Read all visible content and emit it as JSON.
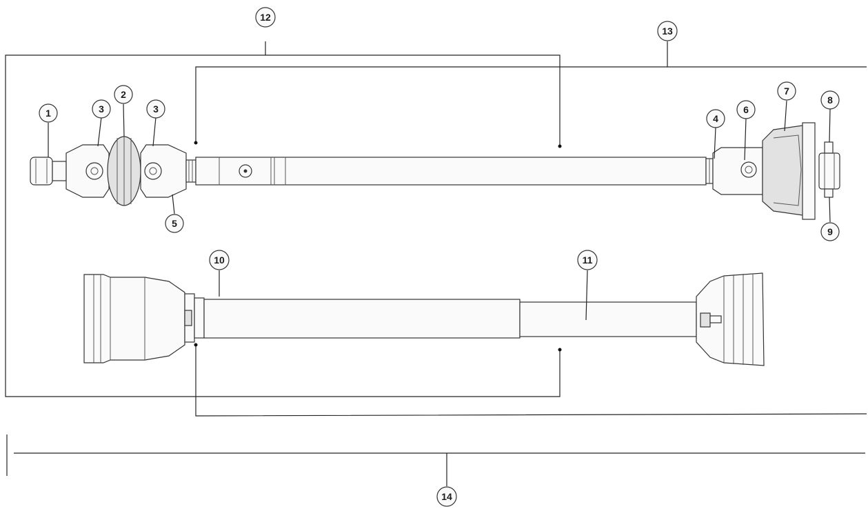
{
  "diagram": {
    "callouts": [
      "1",
      "2",
      "3",
      "3",
      "4",
      "5",
      "6",
      "7",
      "8",
      "9",
      "10",
      "11",
      "12",
      "13",
      "14"
    ]
  }
}
